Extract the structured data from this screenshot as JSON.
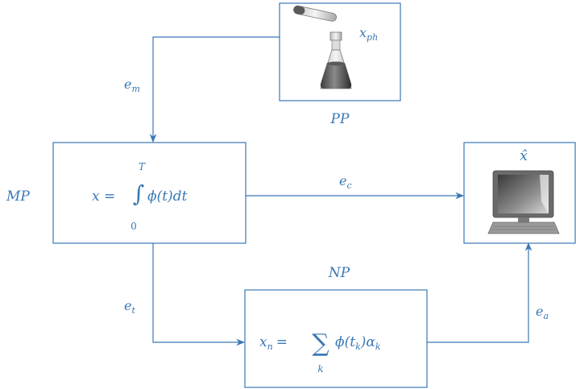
{
  "colors": {
    "accent": "#3a78b4",
    "background": "#ffffff"
  },
  "icons": {
    "pp": "flask-and-test-tube-icon",
    "monitor": "computer-monitor-icon"
  },
  "labels": {
    "pp": "PP",
    "mp": "MP",
    "np": "NP",
    "x_hat": "x̂",
    "x_ph": "x",
    "x_ph_sub": "ph"
  },
  "edges": {
    "e_m": {
      "base": "e",
      "sub": "m"
    },
    "e_c": {
      "base": "e",
      "sub": "c"
    },
    "e_t": {
      "base": "e",
      "sub": "t"
    },
    "e_a": {
      "base": "e",
      "sub": "a"
    }
  },
  "formulas": {
    "mp": {
      "lhs": "x =",
      "integrand": "ϕ(t)dt",
      "upper": "T",
      "lower": "0"
    },
    "np": {
      "lhs_base": "x",
      "lhs_sub": "n",
      "eq": "=",
      "sum_index": "k",
      "term_pre": "ϕ(t",
      "term_sub1": "k",
      "term_mid": ")α",
      "term_sub2": "k"
    }
  }
}
